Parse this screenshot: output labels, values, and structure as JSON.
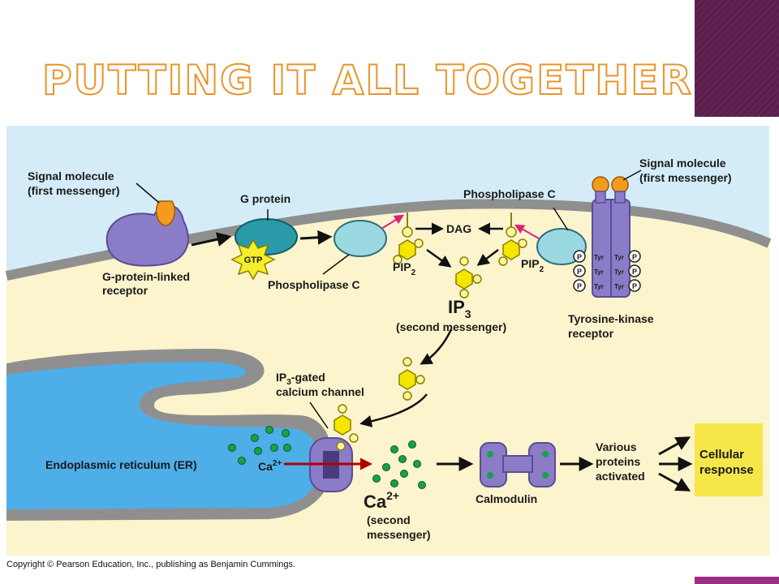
{
  "slide": {
    "title": "Putting it all together",
    "copyright": "Copyright © Pearson Education, Inc., publishing as Benjamin Cummings."
  },
  "diagram": {
    "signal_left_1": "Signal molecule",
    "signal_left_2": "(first messenger)",
    "gprotein_receptor_1": "G-protein-linked",
    "gprotein_receptor_2": "receptor",
    "g_protein": "G protein",
    "gtp": "GTP",
    "plc_left": "Phospholipase C",
    "plc_right": "Phospholipase C",
    "dag": "DAG",
    "pip_left": "PIP",
    "pip_left_sub": "2",
    "pip_right": "PIP",
    "pip_right_sub": "2",
    "ip3": "IP",
    "ip3_sub": "3",
    "second_messenger_ip3": "(second messenger)",
    "signal_right_1": "Signal molecule",
    "signal_right_2": "(first messenger)",
    "tyr": "Tyr",
    "p": "P",
    "tyrosine_1": "Tyrosine-kinase",
    "tyrosine_2": "receptor",
    "channel_1a": "IP",
    "channel_1sub": "3",
    "channel_1b": "-gated",
    "channel_2": "calcium channel",
    "er": "Endoplasmic reticulum (ER)",
    "ca_er": "Ca",
    "ca_er_sup": "2+",
    "ca_big": "Ca",
    "ca_big_sup": "2+",
    "ca_second_1": "(second",
    "ca_second_2": "messenger)",
    "calmodulin": "Calmodulin",
    "various_1": "Various",
    "various_2": "proteins",
    "various_3": "activated",
    "cellular_1": "Cellular",
    "cellular_2": "response"
  },
  "colors": {
    "title_outline": "#e8942a",
    "corner_purple": "#5a1f4c",
    "extracellular": "#d4ecf8",
    "cytoplasm": "#fbf4cc",
    "membrane": "#8f8f8f",
    "er_lumen": "#4eaee8",
    "receptor_purple": "#8b7cc8",
    "g_protein_teal": "#2a9aa8",
    "plc_teal": "#9ad8e2",
    "ip3_yellow": "#f5e600",
    "calcium_green": "#1aa04a",
    "cellular_box": "#f7e64a",
    "arrow_red": "#b00000"
  }
}
